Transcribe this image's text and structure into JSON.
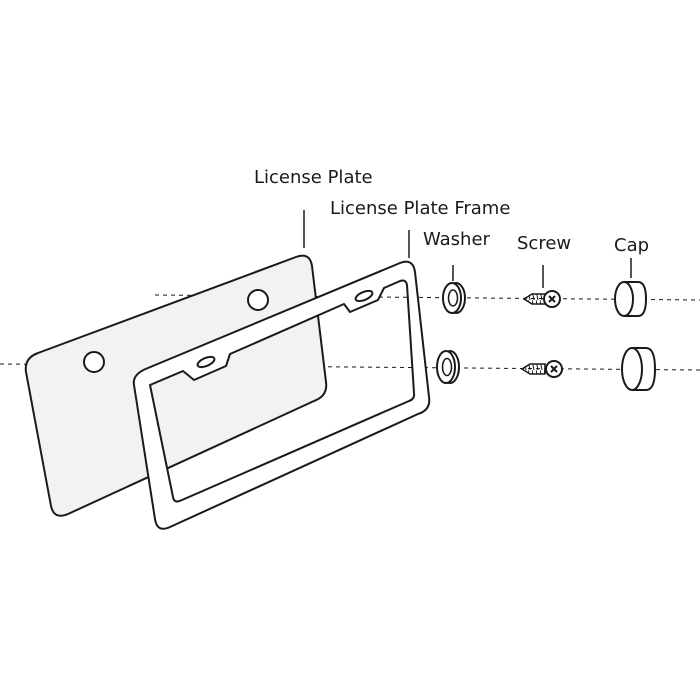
{
  "labels": {
    "license_plate": "License Plate",
    "license_plate_frame": "License Plate Frame",
    "washer": "Washer",
    "screw": "Screw",
    "cap": "Cap"
  },
  "colors": {
    "stroke": "#1a1a1a",
    "plate_fill": "#f2f2f2",
    "background": "#ffffff"
  }
}
